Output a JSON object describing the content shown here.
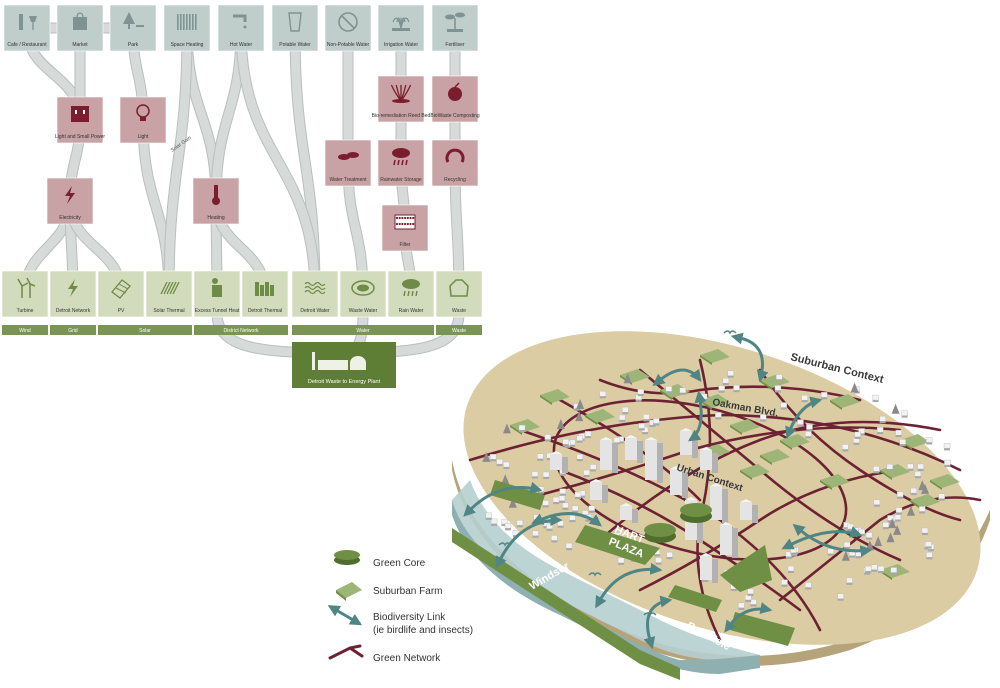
{
  "colors": {
    "grey_box": "#bfcdcb",
    "grey_icon": "#7f9492",
    "red_box": "#c8a2a4",
    "red_icon": "#7b1d2f",
    "green_box": "#d2dcbc",
    "green_icon": "#6f8c46",
    "cat_bar": "#7a9456",
    "plant": "#5d7e34",
    "flow": "#d6dad9",
    "flow_edge": "#b9bfbe",
    "ground": "#dbcca3",
    "ground_side": "#b5a37a",
    "water": "#b6cfcf",
    "park": "#6f8f44",
    "farm": "#9db577",
    "road": "#6d2234",
    "bldg": "#d8d8d8",
    "link": "#4f8584"
  },
  "flow_diagram": {
    "uses": [
      {
        "id": "cafe",
        "label": "Cafe / Restaurant",
        "icon": "bottle-glass-icon"
      },
      {
        "id": "market",
        "label": "Market",
        "icon": "shopping-bag-icon"
      },
      {
        "id": "park",
        "label": "Park",
        "icon": "tree-bench-icon"
      },
      {
        "id": "space_heating",
        "label": "Space Heating",
        "icon": "radiator-icon"
      },
      {
        "id": "hot_water",
        "label": "Hot Water",
        "icon": "tap-icon"
      },
      {
        "id": "potable_water",
        "label": "Potable Water",
        "icon": "glass-icon"
      },
      {
        "id": "non_potable",
        "label": "Non-Potable Water",
        "icon": "no-drink-icon"
      },
      {
        "id": "irrigation",
        "label": "Irrigation Water",
        "icon": "fountain-icon"
      },
      {
        "id": "fertiliser",
        "label": "Fertiliser",
        "icon": "sprout-icon"
      }
    ],
    "processes": [
      {
        "id": "light_power",
        "label": "Light and Small Power",
        "icon": "socket-icon"
      },
      {
        "id": "light",
        "label": "Light",
        "icon": "bulb-icon"
      },
      {
        "id": "electricity",
        "label": "Electricity",
        "icon": "lightning-icon"
      },
      {
        "id": "heating",
        "label": "Heating",
        "icon": "thermometer-icon"
      },
      {
        "id": "bioremediation",
        "label": "Bio-remediation Reed Bed",
        "icon": "reed-icon"
      },
      {
        "id": "biowaste",
        "label": "BioWaste Composting",
        "icon": "compost-icon"
      },
      {
        "id": "water_treatment",
        "label": "Water Treatment",
        "icon": "treatment-icon"
      },
      {
        "id": "rainwater_storage",
        "label": "Rainwater Storage",
        "icon": "rain-cloud-icon"
      },
      {
        "id": "recycling",
        "label": "Recycling",
        "icon": "recycle-icon"
      },
      {
        "id": "filter",
        "label": "Filter",
        "icon": "filter-icon"
      }
    ],
    "sources": [
      {
        "id": "turbine",
        "label": "Turbine",
        "icon": "wind-turbine-icon"
      },
      {
        "id": "detroit_network",
        "label": "Detroit Network",
        "icon": "lightning-icon"
      },
      {
        "id": "pv",
        "label": "PV",
        "icon": "solar-panel-icon"
      },
      {
        "id": "solar_thermal",
        "label": "Solar Thermal",
        "icon": "solar-thermal-icon"
      },
      {
        "id": "excess_tunnel_heat",
        "label": "Excess Tunnel Heat",
        "icon": "tunnel-heat-icon"
      },
      {
        "id": "detroit_thermal",
        "label": "Detroit Thermal",
        "icon": "factory-icon"
      },
      {
        "id": "detroit_water",
        "label": "Detroit Water",
        "icon": "waves-icon"
      },
      {
        "id": "waste_water",
        "label": "Waste Water",
        "icon": "manhole-icon"
      },
      {
        "id": "rain_water",
        "label": "Rain Water",
        "icon": "rain-icon"
      },
      {
        "id": "waste",
        "label": "Waste",
        "icon": "waste-bag-icon"
      }
    ],
    "categories": [
      {
        "id": "wind",
        "label": "Wind"
      },
      {
        "id": "grid",
        "label": "Grid"
      },
      {
        "id": "solar",
        "label": "Solar"
      },
      {
        "id": "district_network",
        "label": "District Network"
      },
      {
        "id": "water",
        "label": "Water"
      },
      {
        "id": "waste",
        "label": "Waste"
      }
    ],
    "solar_gain_label": "Solar Gain",
    "plant_label": "Detroit Waste to Energy Plant"
  },
  "map": {
    "labels": {
      "suburban_context": "Suburban Context",
      "oakman": "Oakman Blvd.",
      "urban_context": "Urban Context",
      "hart": "HART",
      "plaza": "PLAZA",
      "windsor": "Windsor",
      "belle_isle": "Belle Isle"
    },
    "legend": [
      {
        "id": "green_core",
        "label": "Green Core",
        "icon": "green-core-icon"
      },
      {
        "id": "suburban_farm",
        "label": "Suburban Farm",
        "icon": "suburban-farm-icon"
      },
      {
        "id": "biodiversity_link",
        "label": "Biodiversity Link",
        "sublabel": "(ie birdlife and insects)",
        "icon": "double-arrow-icon"
      },
      {
        "id": "green_network",
        "label": "Green Network",
        "icon": "network-icon"
      }
    ]
  }
}
